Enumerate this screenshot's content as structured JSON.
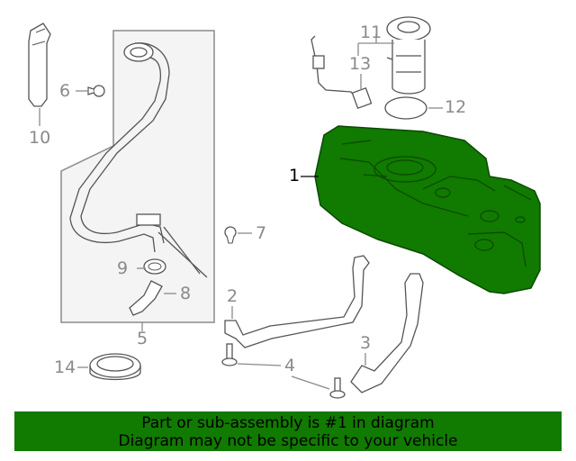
{
  "callouts": {
    "c1": "1",
    "c2": "2",
    "c3": "3",
    "c4": "4",
    "c5": "5",
    "c6": "6",
    "c7": "7",
    "c8": "8",
    "c9": "9",
    "c10": "10",
    "c11": "11",
    "c12": "12",
    "c13": "13",
    "c14": "14"
  },
  "banner": {
    "line1": "Part or sub-assembly is #1 in diagram",
    "line2": "Diagram may not be specific to your vehicle"
  },
  "colors": {
    "highlight": "#117a00",
    "line": "#8a8a8a",
    "part_outline": "#555555",
    "banner_bg": "#117a00"
  }
}
